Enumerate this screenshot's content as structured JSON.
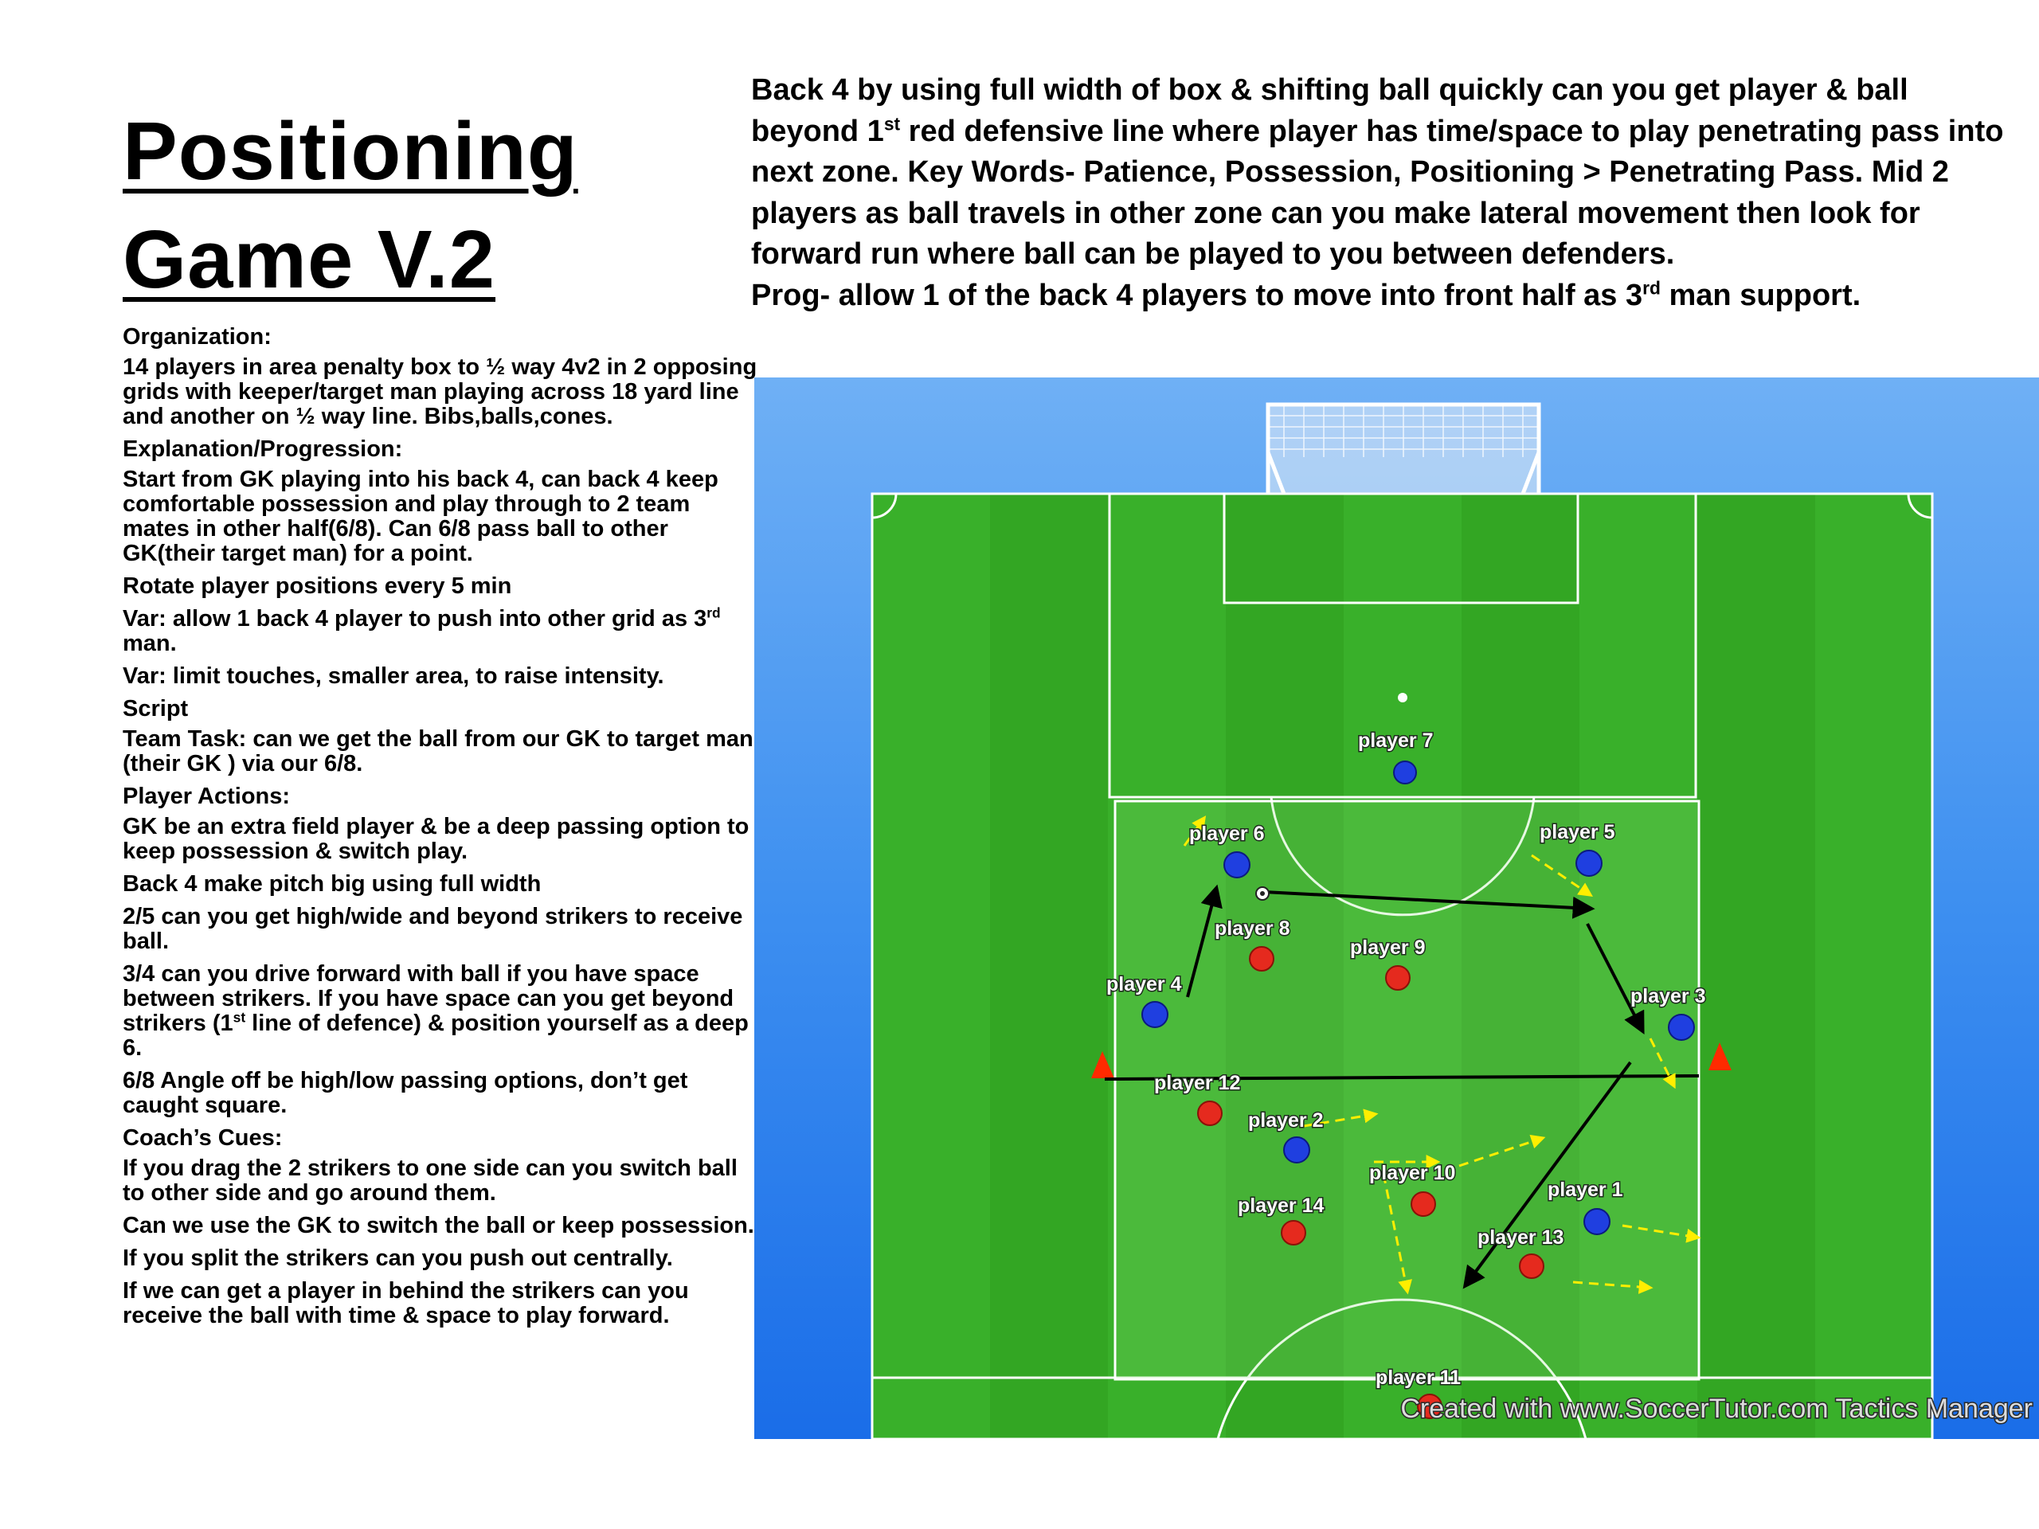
{
  "title": {
    "line1": "Positioning",
    "line2": "Game V.2"
  },
  "description": {
    "p1_a": "Back 4 by using full width of box & shifting ball quickly can you get player & ball beyond 1",
    "p1_sup": "st",
    "p1_b": " red defensive line where player has time/space to play penetrating pass into next zone. Key Words- Patience, Possession, Positioning > Penetrating Pass. Mid 2 players as ball travels in other zone can you make lateral movement then look for forward run where ball can be played to you between defenders.",
    "p2_a": "Prog- allow 1 of the back 4 players to move into front half as 3",
    "p2_sup": "rd",
    "p2_b": " man support."
  },
  "notes": {
    "organization_heading": "Organization:",
    "organization_text": "14 players in area penalty box to ½ way 4v2 in 2 opposing grids with keeper/target man playing across 18 yard line and another on ½ way line. Bibs,balls,cones.",
    "explanation_heading": "Explanation/Progression:",
    "explanation_text": "Start from GK playing into his back 4, can back 4 keep comfortable possession and play through to 2 team mates in other half(6/8). Can 6/8 pass ball to other GK(their target man) for a point.",
    "rotate": "Rotate player positions every 5 min",
    "var1_a": "Var: allow 1 back 4 player to push into other grid as 3",
    "var1_sup": "rd",
    "var1_b": " man.",
    "var2": "Var: limit touches, smaller area, to raise intensity.",
    "script_heading": "Script",
    "team_task": "Team Task: can we get the ball from our GK to target man (their GK ) via our 6/8.",
    "player_actions_heading": "Player Actions:",
    "action_gk": "GK be an extra field player & be a deep passing option to keep possession & switch play.",
    "action_back4": "Back 4 make pitch big using full width",
    "action_25": "2/5 can you get high/wide and beyond strikers to receive ball.",
    "action_34_a": "3/4 can you drive forward with ball if you have space between strikers. If you have space can you get beyond strikers (1",
    "action_34_sup": "st",
    "action_34_b": " line of defence) & position yourself as a deep 6.",
    "action_68": "6/8 Angle off be high/low passing options, don’t get caught square.",
    "coach_heading": "Coach’s Cues:",
    "cue1": "If you drag the 2 strikers to one side can you switch ball to other side and go around them.",
    "cue2": "Can we use the GK to switch the ball or keep possession.",
    "cue3": "If you split the strikers can you push out centrally.",
    "cue4": "If we can get a player in behind the strikers can you receive the ball with time & space to play forward."
  },
  "diagram": {
    "colors": {
      "blue_team": "#1f3fe0",
      "red_team": "#e52a1e",
      "run_arrow": "#ffee00",
      "pass_arrow": "#000000",
      "cone": "#ff2a00"
    },
    "players": {
      "p1": "player 1",
      "p2": "player 2",
      "p3": "player 3",
      "p4": "player 4",
      "p5": "player 5",
      "p6": "player 6",
      "p7": "player 7",
      "p8": "player 8",
      "p9": "player 9",
      "p10": "player 10",
      "p11": "player 11",
      "p12": "player 12",
      "p13": "player 13",
      "p14": "player 14"
    },
    "watermark": "Created with www.SoccerTutor.com Tactics Manager"
  }
}
